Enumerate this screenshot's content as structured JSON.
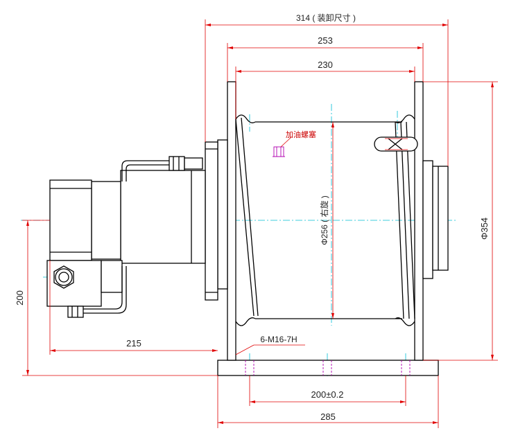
{
  "dimensions": {
    "top_overall": "314 ( 装卸尺寸 )",
    "width_253": "253",
    "width_230": "230",
    "drum_diameter": "Φ256 ( 右旋 )",
    "flange_diameter": "Φ354",
    "height_200": "200",
    "length_215": "215",
    "bolt_holes": "6-M16-7H",
    "hole_spacing": "200±0.2",
    "base_width": "285"
  },
  "notes": {
    "oil_plug": "加油螺塞"
  },
  "colors": {
    "outline": "#000000",
    "dimension": "#e00000",
    "centerline": "#00bcd4",
    "hidden": "#b000b0"
  }
}
